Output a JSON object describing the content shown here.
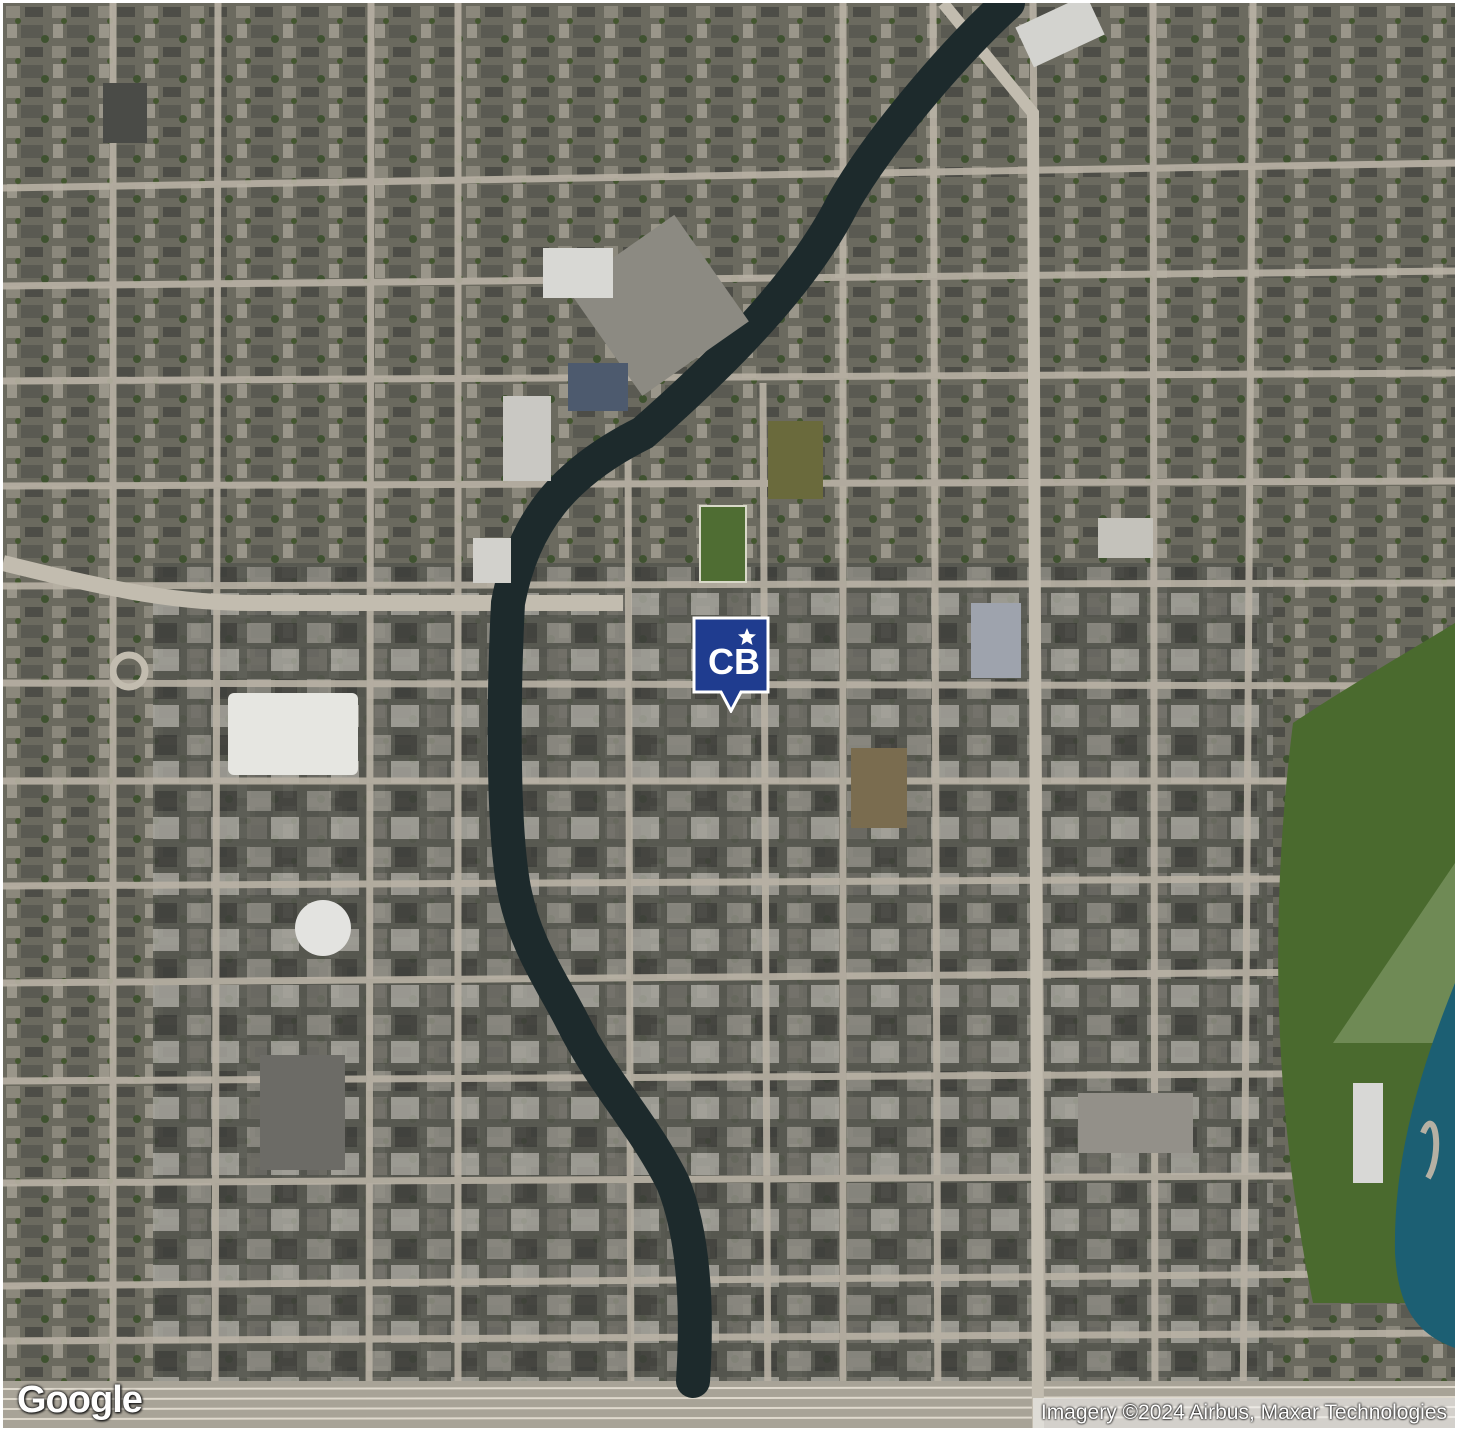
{
  "map": {
    "type": "satellite",
    "marker": {
      "brand": "Coldwell Banker",
      "icon": "coldwell-banker-cb-logo",
      "monogram": "CB",
      "color": "#1f3c8f"
    },
    "branding": {
      "logo_text": "Google"
    },
    "attribution": "Imagery ©2024 Airbus, Maxar Technologies",
    "colors": {
      "river": "#1d2a2c",
      "lake": "#1c5f73",
      "park": "#4f6d33",
      "street": "#b9b2a5"
    }
  }
}
